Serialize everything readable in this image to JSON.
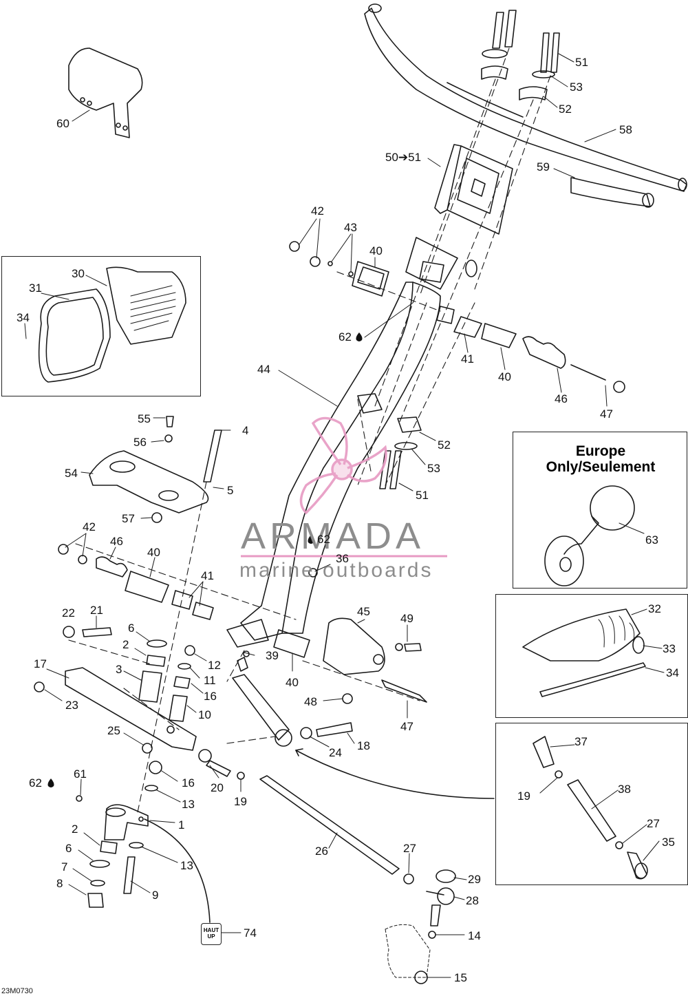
{
  "callouts": {
    "c60": "60",
    "c51a": "51",
    "c53a": "53",
    "c52a": "52",
    "c58": "58",
    "c5051": "50➔51",
    "c59": "59",
    "c42a": "42",
    "c43": "43",
    "c40a": "40",
    "c62a": "62",
    "c41a": "41",
    "c40b": "40",
    "c46a": "46",
    "c47a": "47",
    "c30": "30",
    "c31": "31",
    "c34a": "34",
    "c44": "44",
    "c55": "55",
    "c4": "4",
    "c56": "56",
    "c54": "54",
    "c5": "5",
    "c57": "57",
    "c52b": "52",
    "c53b": "53",
    "c51b": "51",
    "c63": "63",
    "c42b": "42",
    "c46b": "46",
    "c40c": "40",
    "c62b": "62",
    "c36": "36",
    "c41b": "41",
    "c22": "22",
    "c21": "21",
    "c6a": "6",
    "c2a": "2",
    "c12": "12",
    "c17": "17",
    "c3": "3",
    "c11": "11",
    "c16a": "16",
    "c23": "23",
    "c10": "10",
    "c45": "45",
    "c49": "49",
    "c39": "39",
    "c40d": "40",
    "c48": "48",
    "c47b": "47",
    "c25": "25",
    "c24": "24",
    "c18": "18",
    "c62c": "62",
    "c61": "61",
    "c16b": "16",
    "c20": "20",
    "c19a": "19",
    "c13a": "13",
    "c1": "1",
    "c2b": "2",
    "c6b": "6",
    "c13b": "13",
    "c7": "7",
    "c8": "8",
    "c9": "9",
    "c26": "26",
    "c27a": "27",
    "c29": "29",
    "c28": "28",
    "c14": "14",
    "c74": "74",
    "c15": "15",
    "c32": "32",
    "c33": "33",
    "c34b": "34",
    "c37": "37",
    "c19b": "19",
    "c38": "38",
    "c27b": "27",
    "c35": "35"
  },
  "europe_box": {
    "line1": "Europe",
    "line2": "Only/Seulement"
  },
  "watermark": {
    "title": "ARMADA",
    "subtitle": "marine outboards"
  },
  "haut_up": {
    "line1": "HAUT",
    "line2": "UP"
  },
  "drawing_code": "23M0730",
  "colors": {
    "ink": "#111111",
    "watermark_pink": "#e79ac3",
    "watermark_gray": "#8d8d8d"
  }
}
